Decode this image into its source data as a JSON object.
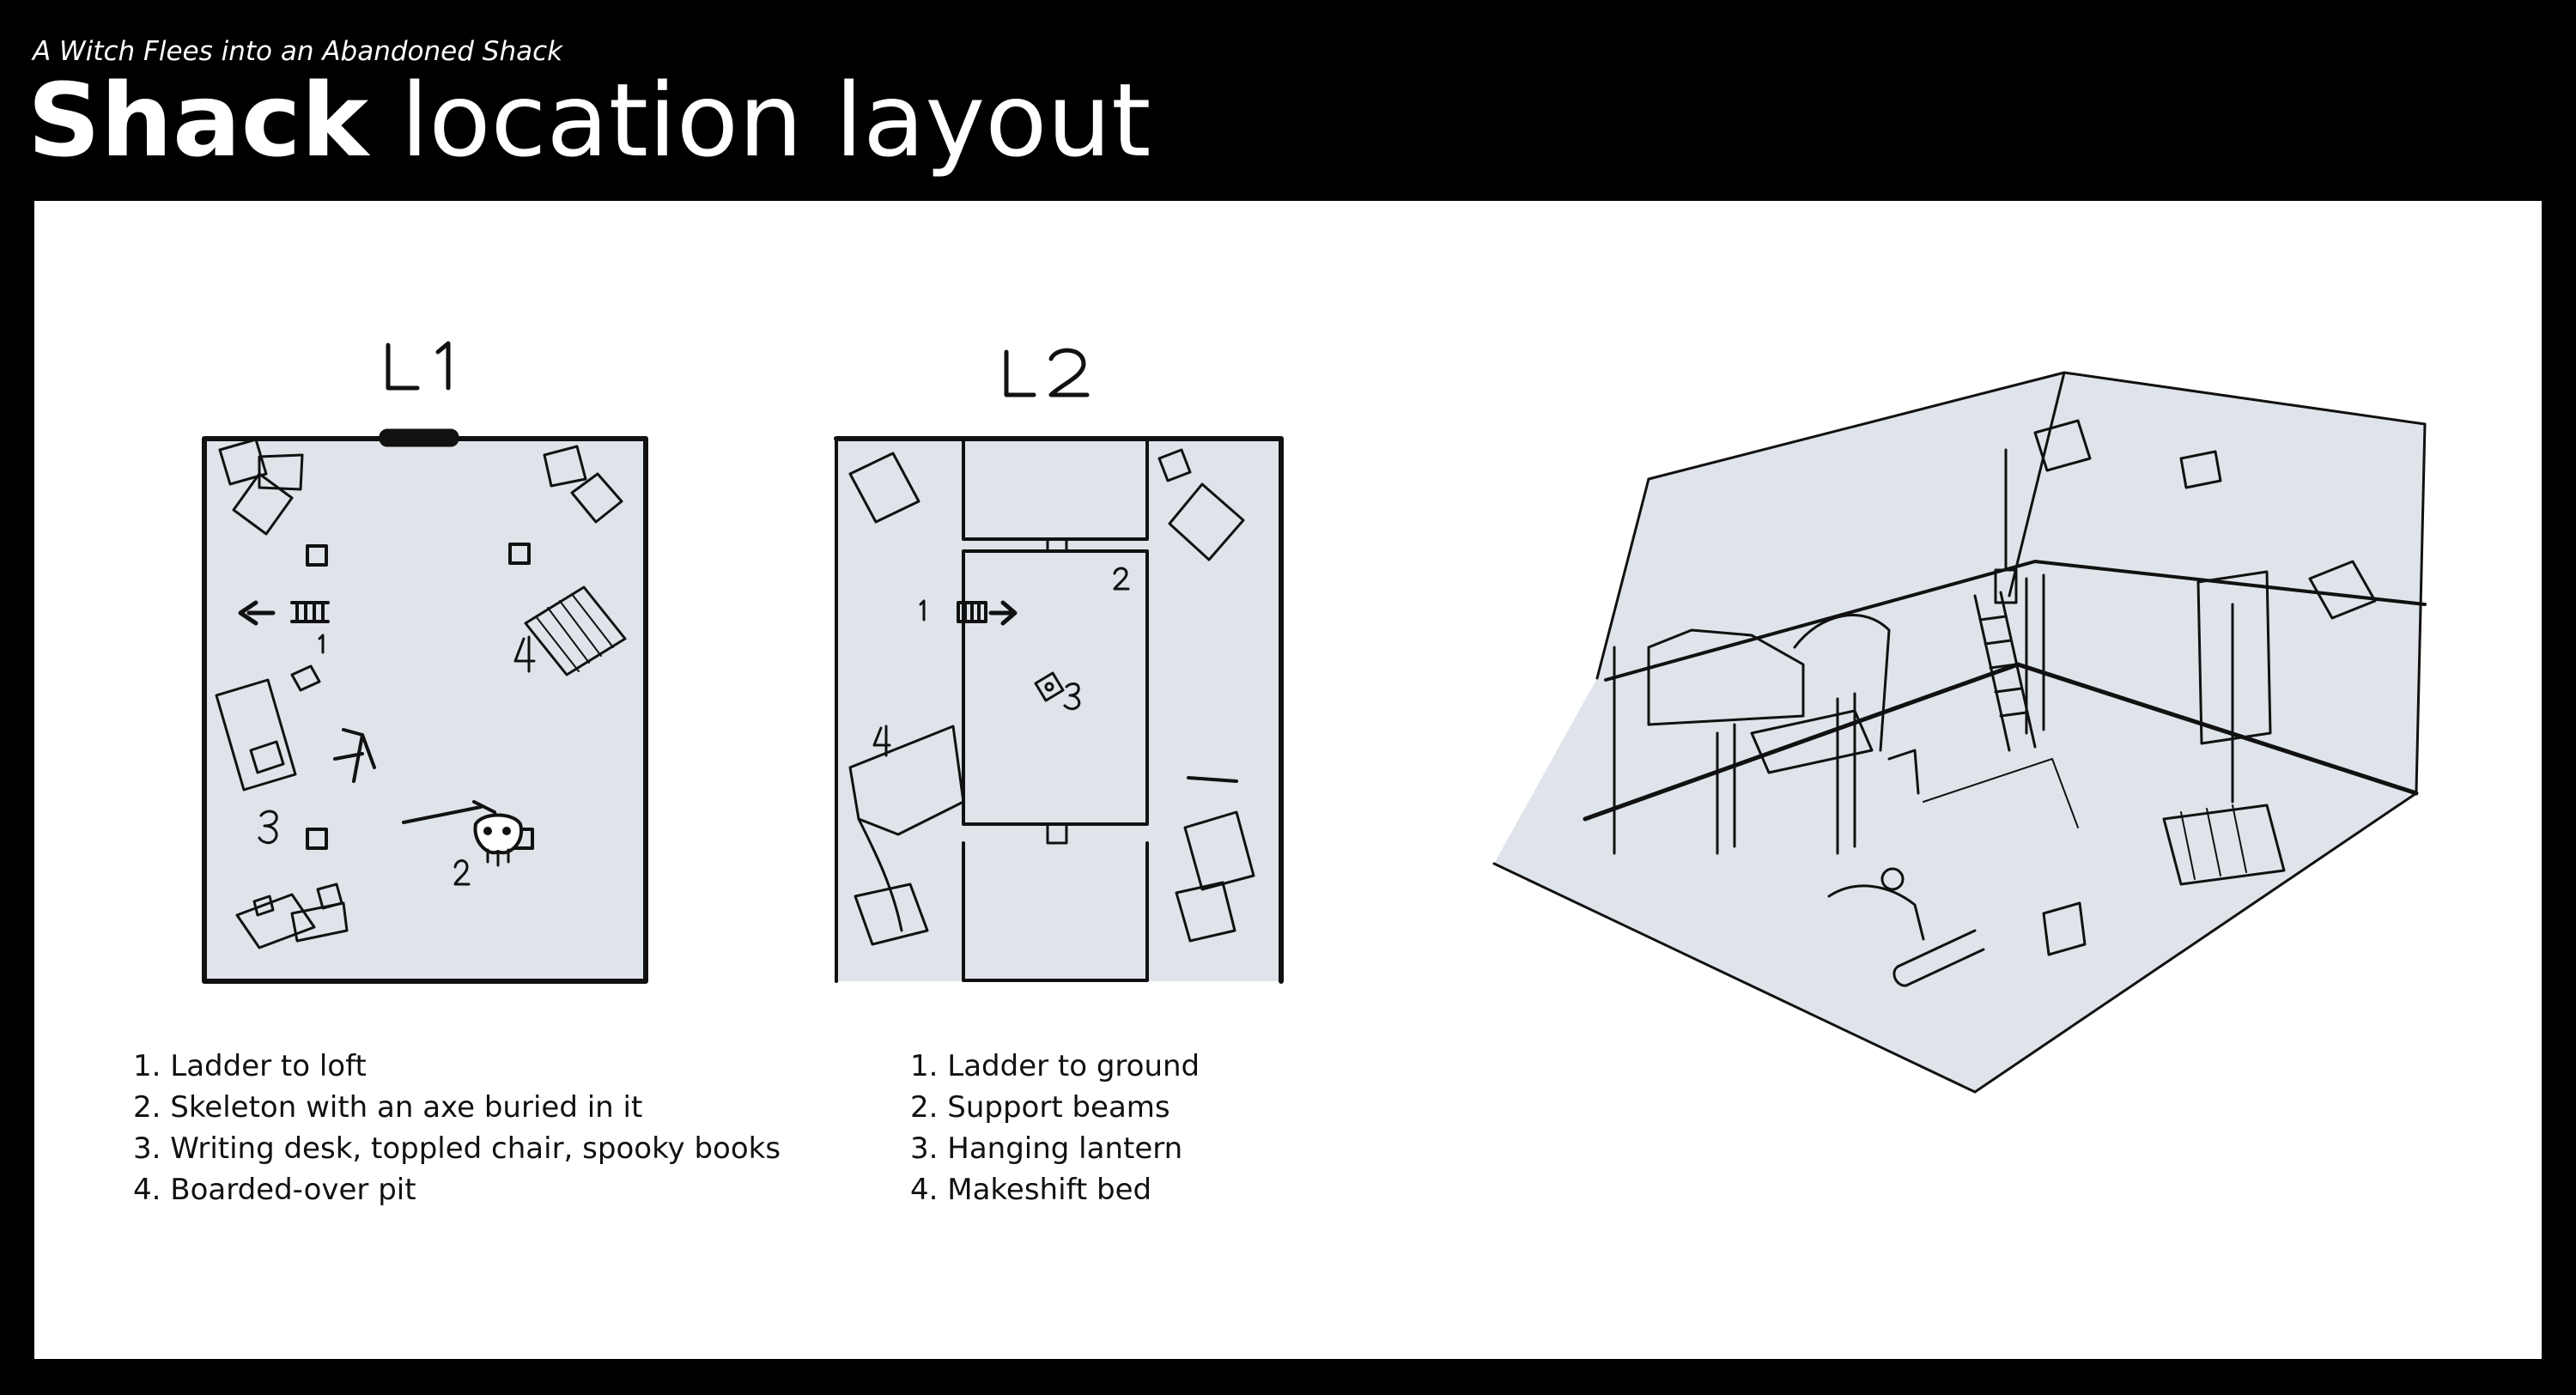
{
  "header": {
    "subtitle": "A Witch Flees into an Abandoned Shack",
    "title_bold": "Shack",
    "title_light": " location layout"
  },
  "levels": [
    {
      "label": "L1",
      "legend": [
        "1. Ladder to loft",
        "2. Skeleton with an axe buried in it",
        "3. Writing desk, toppled chair, spooky books",
        "4. Boarded-over pit"
      ],
      "markers": [
        "1",
        "2",
        "3",
        "4"
      ]
    },
    {
      "label": "L2",
      "legend": [
        "1. Ladder to ground",
        "2. Support beams",
        "3. Hanging lantern",
        "4. Makeshift bed"
      ],
      "markers": [
        "1",
        "2",
        "3",
        "4"
      ]
    }
  ],
  "colors": {
    "background": "#000000",
    "panel": "#ffffff",
    "floor": "#dfe4ea",
    "ink": "#111111"
  }
}
